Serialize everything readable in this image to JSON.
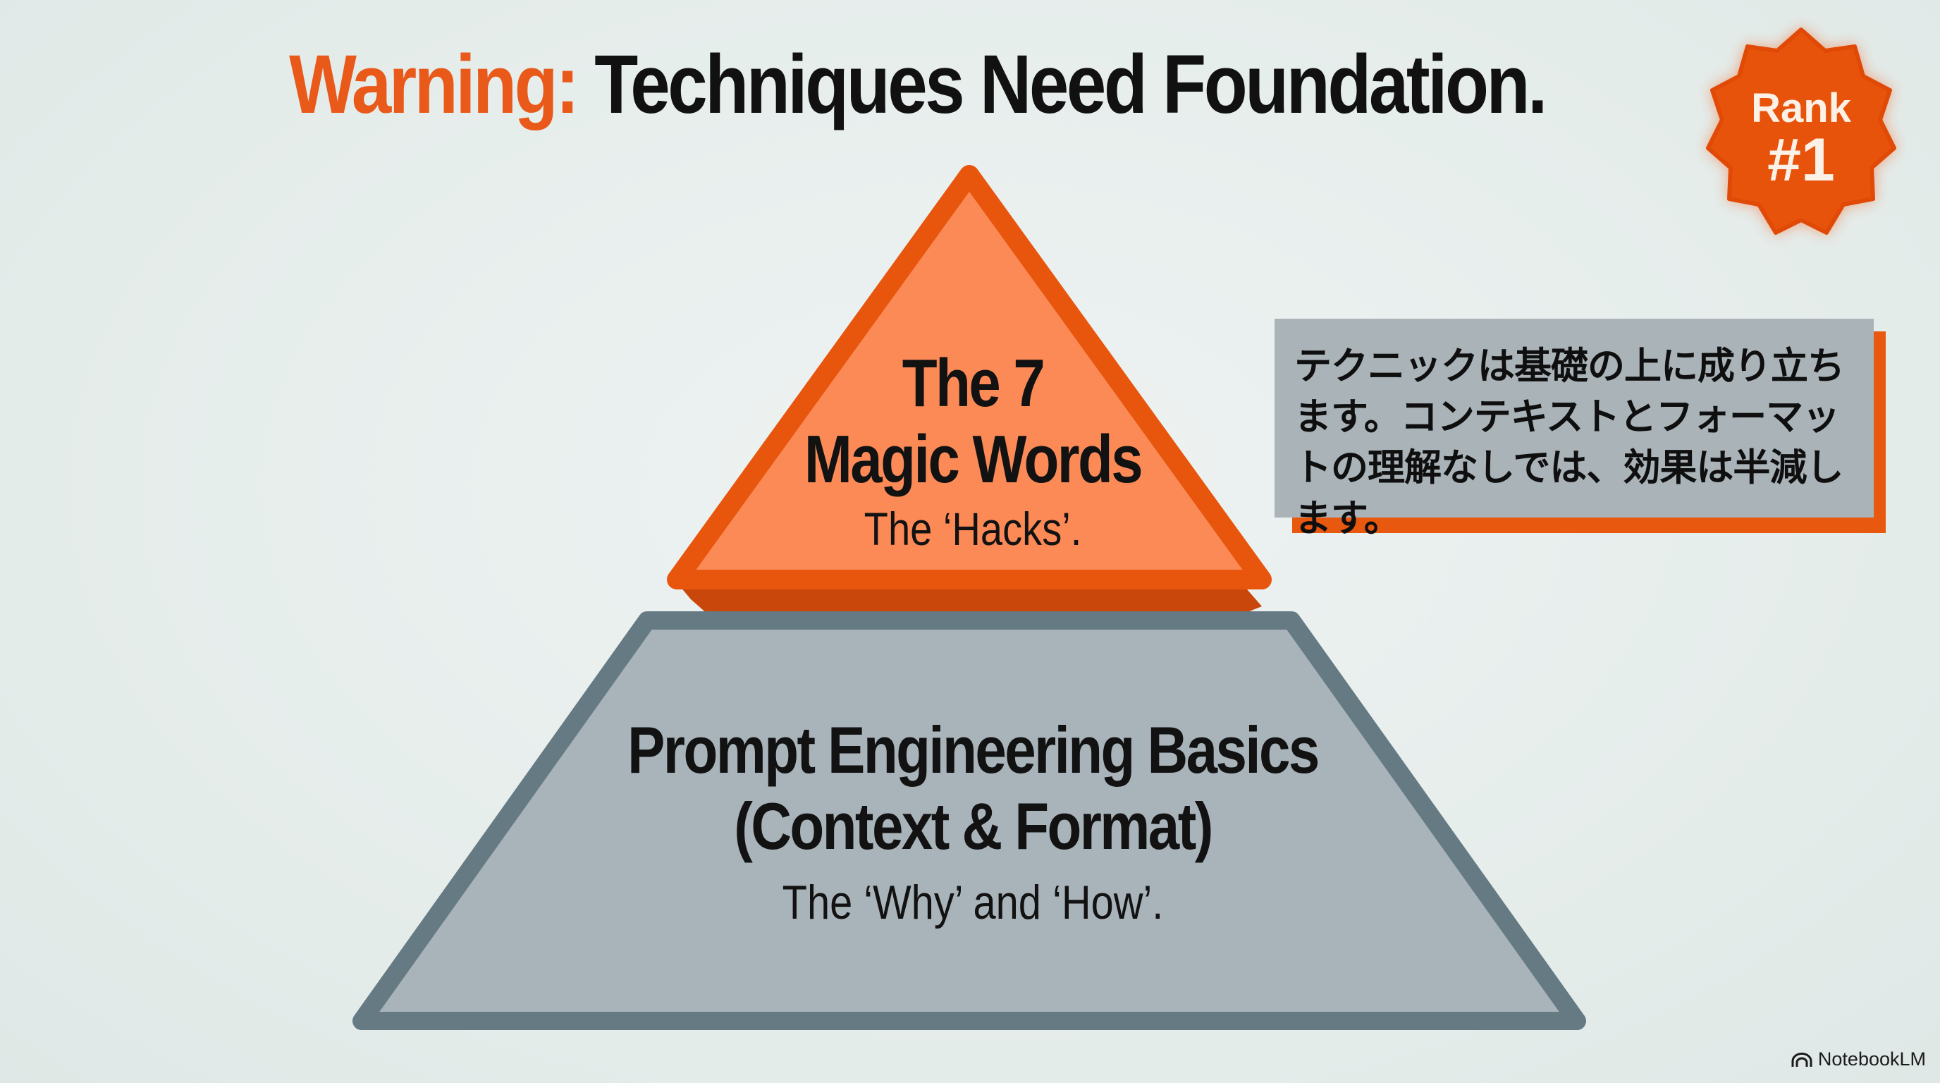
{
  "slide": {
    "title": {
      "prefix": "Warning:",
      "text": "Techniques Need Foundation."
    },
    "badge": {
      "label": "Rank",
      "value": "#1",
      "icon": "starburst-badge-icon"
    },
    "pyramid": {
      "top": {
        "title_line1": "The 7",
        "title_line2": "Magic Words",
        "subtitle": "The ‘Hacks’."
      },
      "base": {
        "title_line1": "Prompt Engineering Basics",
        "title_line2": "(Context & Format)",
        "subtitle": "The ‘Why’ and ‘How’."
      }
    },
    "callout": {
      "text": "テクニックは基礎の上に成り立ちます。コンテキストとフォーマットの理解なしでは、効果は半減します。"
    },
    "watermark": {
      "label": "NotebookLM",
      "icon": "notebooklm-logo-icon"
    }
  },
  "colors": {
    "background": "#e6eeec",
    "accent_orange": "#e8591a",
    "top_fill": "#fb8a57",
    "top_border": "#e8550d",
    "top_shadow": "#c9470b",
    "base_fill": "#a9b4ba",
    "base_border": "#657a83",
    "callout_fill": "#a9b3b8",
    "callout_shadow": "#e8580f",
    "text": "#111111"
  }
}
